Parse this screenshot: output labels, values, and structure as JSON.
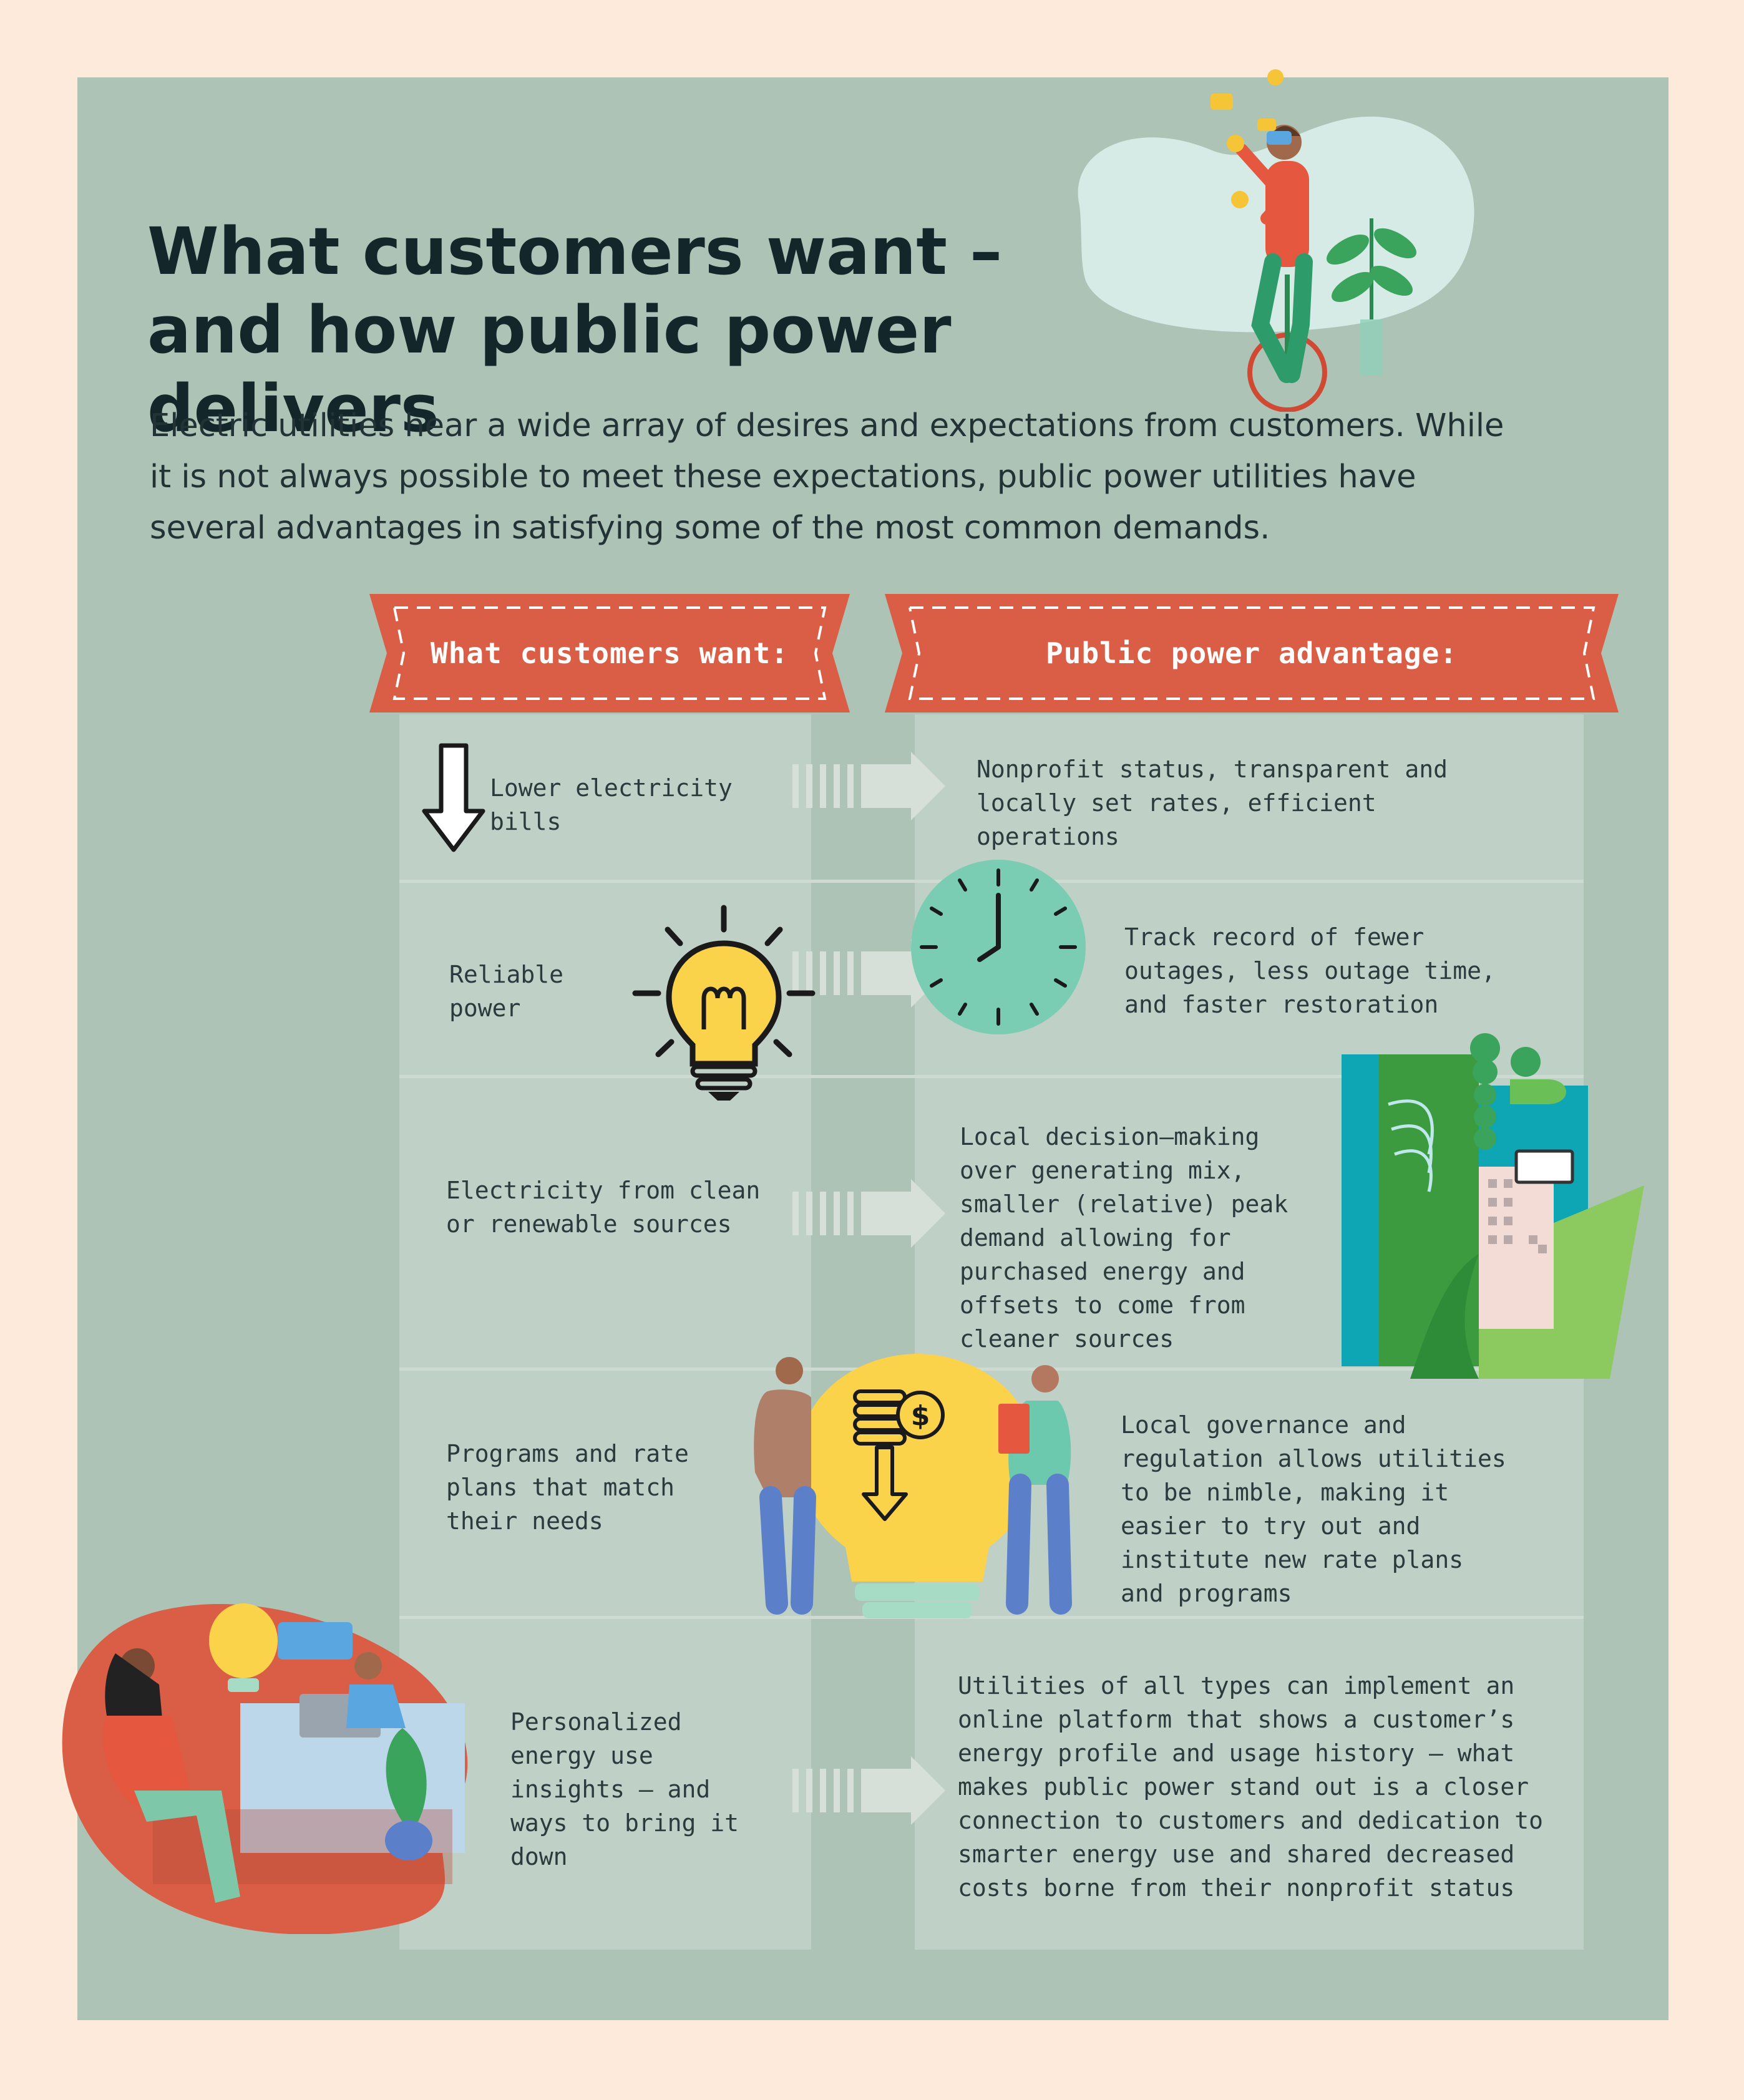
{
  "header": {
    "title": "What customers want –\nand how public power delivers",
    "intro": "Electric utilities hear a wide array of desires and expectations from customers. While it is not always possible to meet these expectations, public power utilities have several advantages in satisfying some of the most common demands."
  },
  "columns": {
    "want_header": "What customers want:",
    "advantage_header": "Public power advantage:"
  },
  "rows": [
    {
      "want": "Lower electricity bills",
      "advantage": "Nonprofit status, transparent and locally set rates, efficient operations",
      "icon": "down-arrow-icon"
    },
    {
      "want": "Reliable power",
      "advantage": "Track record of fewer outages, less outage time, and faster restoration",
      "icon": "lightbulb-icon"
    },
    {
      "want": "Electricity from clean or renewable sources",
      "advantage": "Local decision–making over generating mix, smaller (relative) peak demand allowing for purchased energy and offsets to come from cleaner sources",
      "icon": "city-trees-icon"
    },
    {
      "want": "Programs and rate plans that match their needs",
      "advantage": "Local governance and regulation allows utilities to be nimble, making it easier to try out and institute new rate plans and programs",
      "icon": "coins-lightbulb-icon"
    },
    {
      "want": "Personalized energy use insights — and ways to bring it down",
      "advantage": "Utilities of all types can implement an online platform that shows a customer’s energy profile and usage history — what makes public power stand out is a closer connection to customers and dedication to smarter energy use and shared decreased costs borne from their nonprofit status",
      "icon": "office-people-icon"
    }
  ],
  "colors": {
    "page_background": "#fdeada",
    "panel": "#adc3b6",
    "banner": "#d95e45",
    "column": "#bfd0c6",
    "title_text": "#13272b",
    "body_text": "#2b3a3c"
  }
}
